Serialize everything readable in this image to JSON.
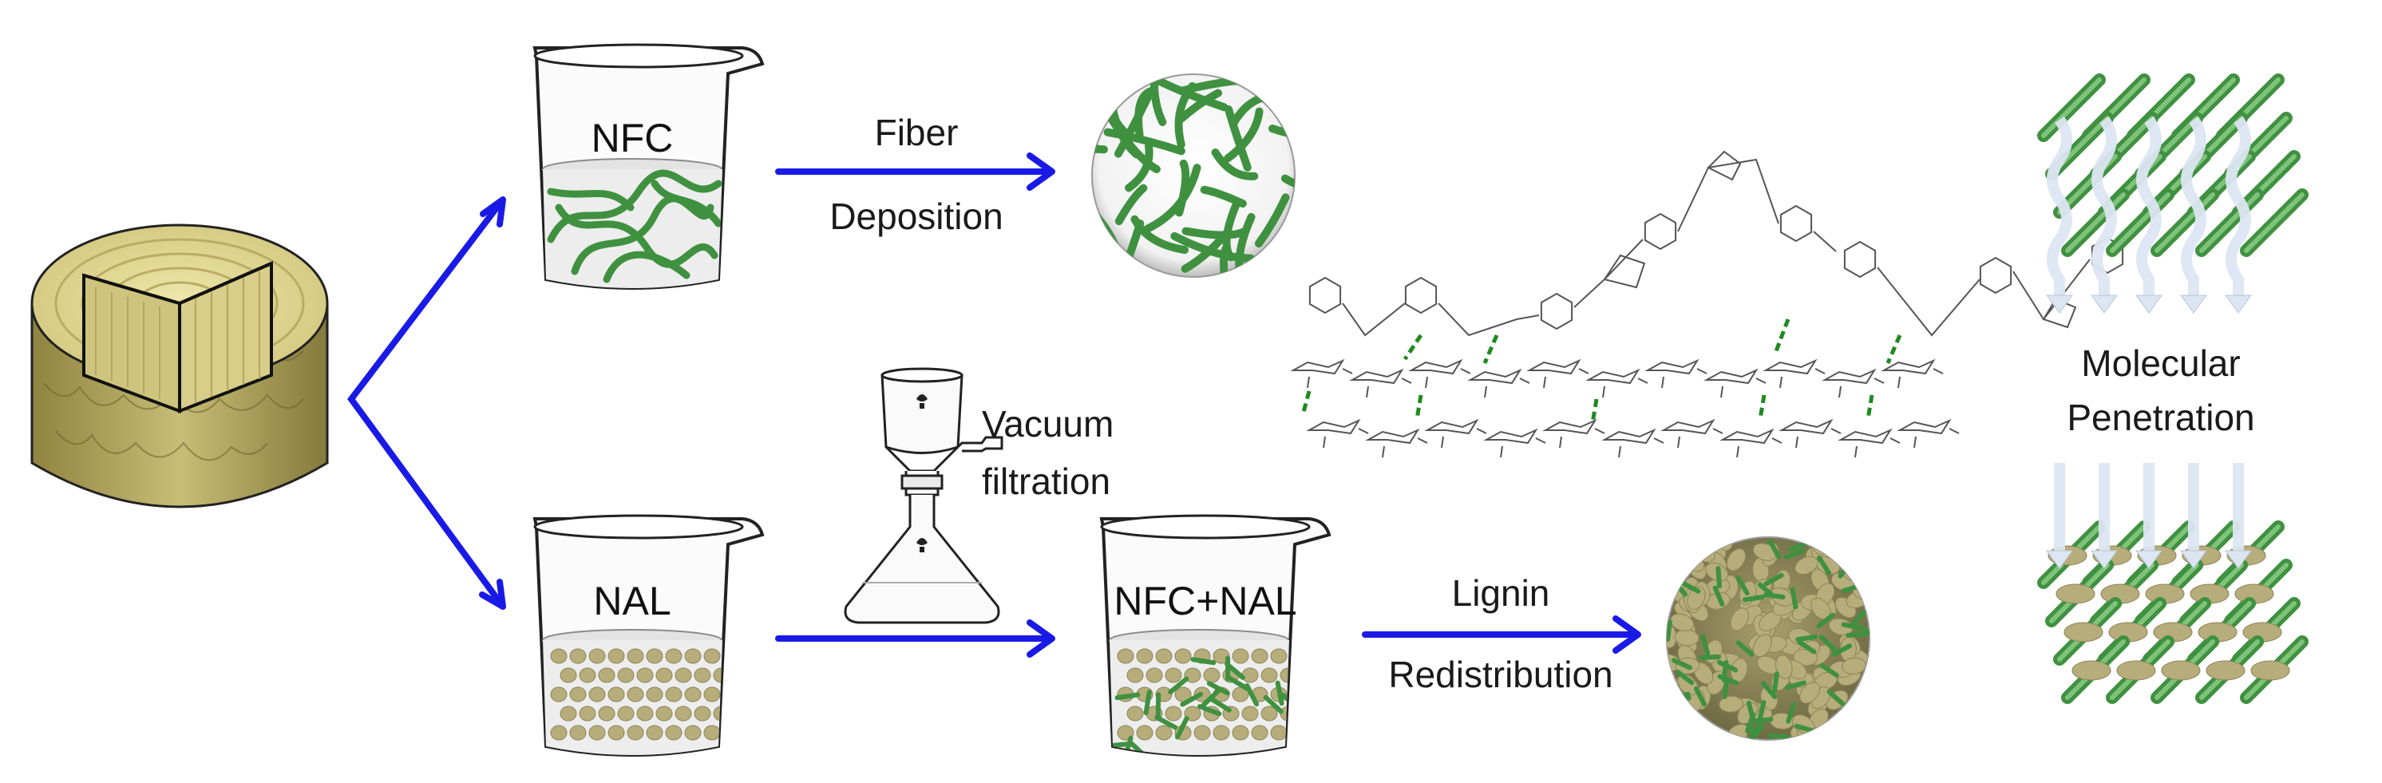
{
  "beakers": {
    "top": {
      "label": "NFC"
    },
    "bottom": {
      "label": "NAL"
    },
    "right": {
      "label": "NFC+NAL"
    }
  },
  "arrows": {
    "fiber": {
      "line1": "Fiber",
      "line2": "Deposition"
    },
    "vacuum": {
      "line1": "Vacuum",
      "line2": "filtration"
    },
    "lignin": {
      "line1": "Lignin",
      "line2": "Redistribution"
    }
  },
  "penetration": {
    "line1": "Molecular",
    "line2": "Penetration"
  },
  "colors": {
    "arrow": "#1a1ae6",
    "fiber": "#3f9140",
    "fiber_light": "#8fd08a",
    "lignin": "#b6ad7a",
    "wood": "#cbc07a",
    "molecule_line": "#555555",
    "hbond": "#1f8a1f",
    "penetration_arrow": "#dce6f2"
  }
}
